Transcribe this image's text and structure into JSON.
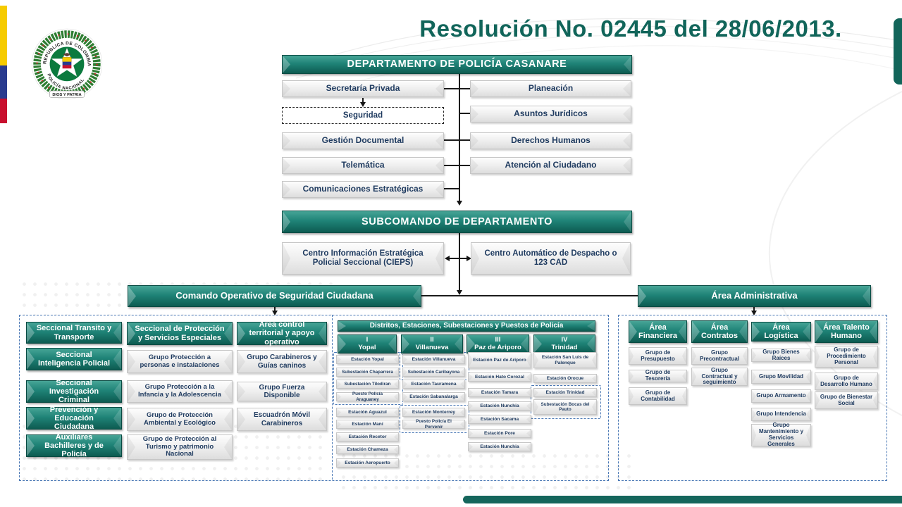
{
  "page": {
    "title": "Resolución No. 02445 del 28/06/2013."
  },
  "logo": {
    "top_text": "REPÚBLICA DE COLOMBIA",
    "bottom_text": "POLICÍA NACIONAL",
    "motto": "DIOS Y PATRIA"
  },
  "colors": {
    "teal": "#1F8377",
    "teal_dark": "#0D5B51",
    "navy_text": "#1E3A5F",
    "dashed_blue": "#4A78B5",
    "title_teal": "#11655A",
    "flag_yellow": "#F6CB00",
    "flag_blue": "#2A3B8F",
    "flag_red": "#C8102E"
  },
  "org": {
    "root": "DEPARTAMENTO DE POLICÍA CASANARE",
    "staff_left": [
      "Secretaría Privada",
      "Seguridad",
      "Gestión Documental",
      "Telemática",
      "Comunicaciones Estratégicas"
    ],
    "staff_right": [
      "Planeación",
      "Asuntos Jurídicos",
      "Derechos Humanos",
      "Atención al Ciudadano"
    ],
    "subcomando": "SUBCOMANDO DE DEPARTAMENTO",
    "cieps": "Centro Información Estratégica Policial Seccional (CIEPS)",
    "cad": "Centro Automático de Despacho o 123 CAD",
    "branch_left": "Comando Operativo de Seguridad Ciudadana",
    "branch_right": "Área Administrativa",
    "seccionales": [
      "Seccional Transito y Transporte",
      "Seccional Inteligencia Policial",
      "Seccional Investigación Criminal",
      "Prevención y Educación Ciudadana",
      "Auxiliares Bachilleres y de Policía"
    ],
    "proteccion": {
      "header": "Seccional de Protección y Servicios Especiales",
      "groups": [
        "Grupo Protección a personas e instalaciones",
        "Grupo Protección a la Infancia y la Adolescencia",
        "Grupo de Protección Ambiental y Ecológico",
        "Grupo de Protección al Turismo y patrimonio Nacional"
      ]
    },
    "territorial": {
      "header": "Área control territorial y apoyo operativo",
      "groups": [
        "Grupo Carabineros y Guías caninos",
        "Grupo Fuerza Disponible",
        "Escuadrón Móvil Carabineros"
      ]
    },
    "distritos": {
      "header": "Distritos, Estaciones, Subestaciones y Puestos de Policía",
      "d1": {
        "name": "I\nYopal",
        "grouped": [
          "Estación Yopal",
          "Subestación Chaparrera",
          "Subestación Tilodiran",
          "Puesto Policía Araguaney"
        ],
        "stations": [
          "Estación Aguazul",
          "Estación Maní",
          "Estación Recetor",
          "Estación Chameza",
          "Estación Aeropuerto"
        ]
      },
      "d2": {
        "name": "II\nVillanueva",
        "grouped": [
          "Estación Villanueva",
          "Subestación Caribayona"
        ],
        "stations": [
          "Estación Tauramena",
          "Estación Sabanalarga"
        ],
        "grouped2": [
          "Estación Monterrey",
          "Puesto Policía El Porvenir"
        ]
      },
      "d3": {
        "name": "III\nPaz de Ariporo",
        "stations": [
          "Estación Paz de Ariporo",
          "Estación Hato Corozal",
          "Estación Tamara",
          "Estación Nunchia",
          "Estación Sacama",
          "Estación Pore",
          "Estación Nunchia"
        ]
      },
      "d4": {
        "name": "IV\nTrinidad",
        "stations": [
          "Estación San Luis de Palenque",
          "Estación Orocue"
        ],
        "grouped": [
          "Estación Trinidad",
          "Subestación Bocas del Pauto"
        ]
      }
    },
    "admin": {
      "areas": [
        {
          "header": "Área\nFinanciera",
          "groups": [
            "Grupo de Presupuesto",
            "Grupo de Tesorería",
            "Grupo de Contabilidad"
          ]
        },
        {
          "header": "Área\nContratos",
          "groups": [
            "Grupo Precontractual",
            "Grupo Contractual y seguimiento"
          ]
        },
        {
          "header": "Área Logística",
          "groups": [
            "Grupo Bienes Raíces",
            "Grupo Movilidad",
            "Grupo Armamento",
            "Grupo Intendencia",
            "Grupo Mantenimiento y Servicios Generales"
          ]
        },
        {
          "header": "Área Talento\nHumano",
          "groups": [
            "Grupo de Procedimiento Personal",
            "Grupo de Desarrollo Humano",
            "Grupo de Bienestar Social"
          ]
        }
      ]
    }
  }
}
